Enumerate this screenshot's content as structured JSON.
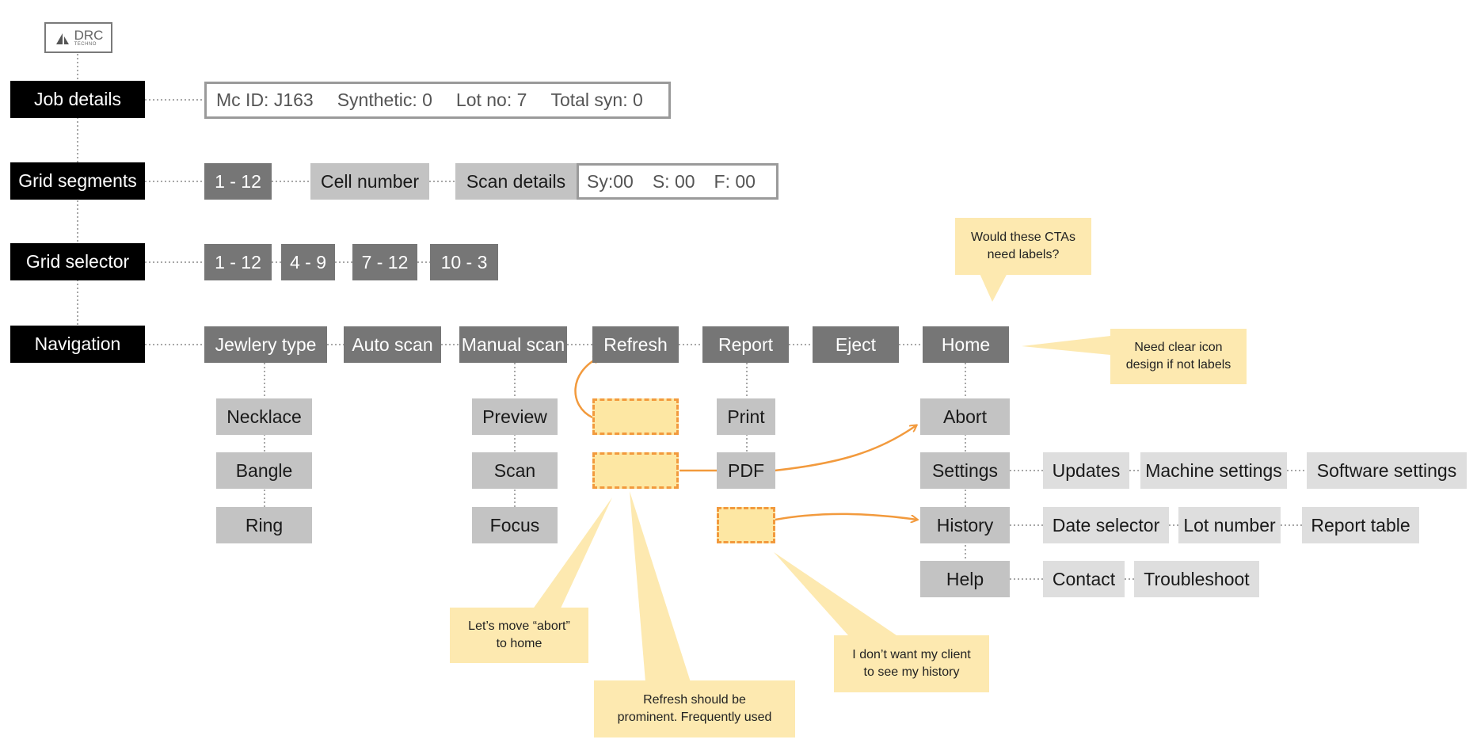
{
  "logo": {
    "main": "DRC",
    "sub": "TECHNO"
  },
  "categories": {
    "job_details": "Job details",
    "grid_segments": "Grid segments",
    "grid_selector": "Grid selector",
    "navigation": "Navigation"
  },
  "job_details": {
    "mc_id": "Mc ID: J163",
    "synthetic": "Synthetic: 0",
    "lot_no": "Lot no: 7",
    "total_syn": "Total syn: 0"
  },
  "grid_segments": {
    "range": "1 - 12",
    "cell_number": "Cell number",
    "scan_details": "Scan details",
    "sy": "Sy:00",
    "s": "S: 00",
    "f": "F: 00"
  },
  "grid_selector": [
    "1 - 12",
    "4 - 9",
    "7 - 12",
    "10 - 3"
  ],
  "navigation": {
    "jewlery_type": "Jewlery type",
    "auto_scan": "Auto scan",
    "manual_scan": "Manual scan",
    "refresh": "Refresh",
    "report": "Report",
    "eject": "Eject",
    "home": "Home"
  },
  "jewlery_children": [
    "Necklace",
    "Bangle",
    "Ring"
  ],
  "manual_scan_children": [
    "Preview",
    "Scan",
    "Focus"
  ],
  "report_children": [
    "Print",
    "PDF"
  ],
  "home_children": [
    "Abort",
    "Settings",
    "History",
    "Help"
  ],
  "settings_children": [
    "Updates",
    "Machine settings",
    "Software settings"
  ],
  "history_children": [
    "Date selector",
    "Lot number",
    "Report table"
  ],
  "help_children": [
    "Contact",
    "Troubleshoot"
  ],
  "notes": {
    "ctas_labels": "Would these CTAs\nneed labels?",
    "icon_design": "Need clear icon\ndesign if not labels",
    "move_abort": "Let’s move “abort”\nto home",
    "refresh_prominent": "Refresh should be\nprominent. Frequently used",
    "history_client": "I don’t want my client\nto see my history"
  },
  "colors": {
    "category": "#000000",
    "primary_node": "#767676",
    "secondary_node": "#c3c3c3",
    "tertiary_node": "#dedede",
    "placeholder_fill": "#fde7a3",
    "placeholder_border": "#f29a3d",
    "note": "#fde9b0",
    "arrow": "#f29a3d"
  }
}
